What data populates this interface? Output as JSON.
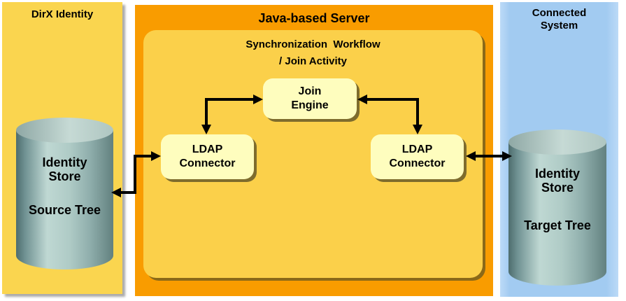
{
  "colors": {
    "left_panel_yellow": "#FAD54F",
    "server_panel_orange": "#F99C00",
    "inner_workflow_yellow": "#FBD04A",
    "connected_panel_blue": "#A2CBF1",
    "node_fill": "#FEFDBE",
    "node_shadow": "#7E6C2D",
    "cylinder_dark": "#4E6D6E",
    "cylinder_light": "#BFD8D3",
    "arrow": "#000000"
  },
  "dirx_panel": {
    "title": "DirX Identity",
    "cylinder": {
      "label": "Identity\nStore",
      "sublabel": "Source Tree"
    }
  },
  "server_panel": {
    "title": "Java-based Server",
    "workflow_title_line1": "Synchronization  Workflow",
    "workflow_title_line2": "/ Join Activity",
    "nodes": {
      "join_engine": "Join\nEngine",
      "ldap_connector_left": "LDAP\nConnector",
      "ldap_connector_right": "LDAP\nConnector"
    }
  },
  "connected_panel": {
    "title": "Connected\nSystem",
    "cylinder": {
      "label": "Identity\nStore",
      "sublabel": "Target Tree"
    }
  }
}
